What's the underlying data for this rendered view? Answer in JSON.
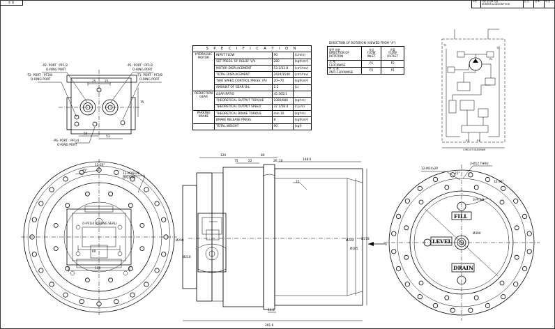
{
  "corner_label": "조 정",
  "title_block": {
    "cells": [
      "도면",
      "지정 및 검토 번호",
      "승 인",
      "검 토",
      "작 성"
    ],
    "subtitle": "NUMBER & DESCRIPTION"
  },
  "ports": {
    "p2": "-P2- PORT : PF1/2",
    "p2_sub": "O-RING PORT",
    "p1": "-P1- PORT : PF1/2",
    "p1_sub": "O-RING PORT",
    "t2": "-T2- PORT : PF3/8",
    "t2_sub": "O-RING PORT",
    "t1": "-T1- PORT : PF3/8",
    "t1_sub": "O-RING PORT",
    "ps": "-PS- PORT : PF1/4",
    "ps_sub": "O-RING PORT"
  },
  "top_view_dims": [
    "25",
    "25",
    "75",
    "50",
    "53"
  ],
  "spec": {
    "title": "S P E C I F I C A T I O N",
    "groups": [
      {
        "name": "HYDRAULIC MOTOR",
        "rows": [
          {
            "item": "INPUT FLOW",
            "value": "90",
            "unit": "(L/min)"
          },
          {
            "item": "SET PRESS. OF RELIEF V/V",
            "value": "280",
            "unit": "(kgf/cm²)"
          },
          {
            "item": "MOTOR DISPLACEMENT",
            "value": "53.2/33.8",
            "unit": "(cm³/rev)"
          },
          {
            "item": "TOTAL DISPLACEMENT",
            "value": "2424/1540",
            "unit": "(cm³/rev)"
          },
          {
            "item": "TWO SPEED CONTROL PRESS. (Pi)",
            "value": "20~70",
            "unit": "(kgf/cm²)"
          },
          {
            "item": "AMOUNT OF GEAR OIL",
            "value": "1.2",
            "unit": "(L)"
          }
        ]
      },
      {
        "name": "REDUCTION GEAR",
        "rows": [
          {
            "item": "GEAR RATIO",
            "value": "45.565/1",
            "unit": ""
          },
          {
            "item": "THEORETICAL OUTPUT TORQUE",
            "value": "1080/686",
            "unit": "(kgf·m)"
          },
          {
            "item": "THEORETICAL OUTPUT SPEED",
            "value": "37.1/58.4",
            "unit": "(r.p.m)"
          }
        ]
      },
      {
        "name": "PARKING BRAKE",
        "rows": [
          {
            "item": "THEORETICAL BRAKE TORQUE",
            "value": "min 10",
            "unit": "(kgf·m)"
          },
          {
            "item": "BRAKE RELEASE PRESS.",
            "value": "8",
            "unit": "(kgf/cm²)"
          }
        ]
      }
    ],
    "total": {
      "item": "TOTAL WEIGHT",
      "value": "90",
      "unit": "(kgf)"
    }
  },
  "direction": {
    "title": "DIRECTION OF ROTATION (VIEWED FROM \"A\")",
    "head_kr": [
      "회전 방향",
      "유입",
      "유출"
    ],
    "head": [
      "DIRECTION OF ROTATION",
      "FLOW INLET",
      "FLOW OUTLET"
    ],
    "rows": [
      {
        "kr": "시 계",
        "dir": "CLOCKWISE",
        "inlet": "P1",
        "outlet": "P2"
      },
      {
        "kr": "반 시 계",
        "dir": "ANTI-CLOCKWISE",
        "inlet": "P2",
        "outlet": "P1"
      }
    ]
  },
  "circuit": {
    "caption": "CIRCUIT DIAGRAM",
    "labels": [
      "P2",
      "P1",
      "Ps",
      "T1",
      "T2"
    ]
  },
  "left_view": {
    "bolt_note": "12-M16x2P",
    "bolt_note2": "DP24/30",
    "angle": "15°",
    "angle2": "12-30°",
    "oring": "O-PF1/4 (O-RING SEAL)",
    "dims": [
      "60",
      "120"
    ]
  },
  "side_view": {
    "dims": [
      "120",
      "75",
      "22",
      "80",
      "26",
      "10",
      "148.6",
      "15",
      "11.5",
      "281.6"
    ],
    "dia_labels": [
      "Ø290",
      "Ø210",
      "Ø244",
      "Ø278",
      "Ø265"
    ],
    "arrow_label": "A"
  },
  "right_view": {
    "bolt_note": "12-M14x2P",
    "thru_note": "3-Ø12 THRU",
    "thru_note2": "3-PF3/8",
    "angle": "15°",
    "angle2": "12-30°",
    "dia": "Ø300",
    "fill": "FILL",
    "level": "LEVEL",
    "drain": "DRAIN"
  }
}
